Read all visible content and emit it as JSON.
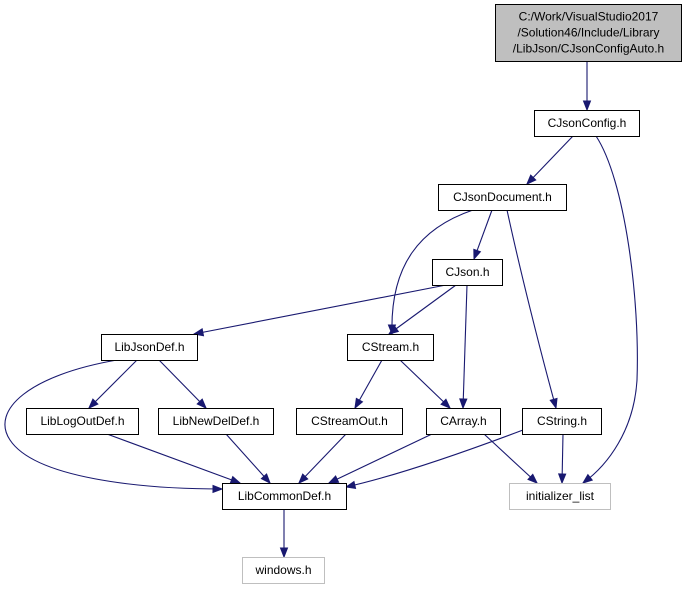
{
  "diagram": {
    "type": "include-dependency-graph",
    "edge_color": "#191970",
    "root_fill": "#bfbfbf",
    "external_stroke": "#bfbfbf",
    "nodes": [
      {
        "id": "cjsonconfigauto",
        "kind": "root",
        "lines": [
          "C:/Work/VisualStudio2017",
          "/Solution46/Include/Library",
          "/LibJson/CJsonConfigAuto.h"
        ]
      },
      {
        "id": "cjsonconfig",
        "kind": "header",
        "lines": [
          "CJsonConfig.h"
        ]
      },
      {
        "id": "cjsondocument",
        "kind": "header",
        "lines": [
          "CJsonDocument.h"
        ]
      },
      {
        "id": "cjson",
        "kind": "header",
        "lines": [
          "CJson.h"
        ]
      },
      {
        "id": "libjsondef",
        "kind": "header",
        "lines": [
          "LibJsonDef.h"
        ]
      },
      {
        "id": "cstream",
        "kind": "header",
        "lines": [
          "CStream.h"
        ]
      },
      {
        "id": "liblogoutdef",
        "kind": "header",
        "lines": [
          "LibLogOutDef.h"
        ]
      },
      {
        "id": "libnewdeldef",
        "kind": "header",
        "lines": [
          "LibNewDelDef.h"
        ]
      },
      {
        "id": "cstreamout",
        "kind": "header",
        "lines": [
          "CStreamOut.h"
        ]
      },
      {
        "id": "carray",
        "kind": "header",
        "lines": [
          "CArray.h"
        ]
      },
      {
        "id": "cstring",
        "kind": "header",
        "lines": [
          "CString.h"
        ]
      },
      {
        "id": "libcommondef",
        "kind": "header",
        "lines": [
          "LibCommonDef.h"
        ]
      },
      {
        "id": "initializer_list",
        "kind": "external",
        "lines": [
          "initializer_list"
        ]
      },
      {
        "id": "windows",
        "kind": "external",
        "lines": [
          "windows.h"
        ]
      }
    ],
    "edges": [
      {
        "from": "cjsonconfigauto",
        "to": "cjsonconfig"
      },
      {
        "from": "cjsonconfig",
        "to": "cjsondocument"
      },
      {
        "from": "cjsonconfig",
        "to": "initializer_list"
      },
      {
        "from": "cjsondocument",
        "to": "cjson"
      },
      {
        "from": "cjsondocument",
        "to": "cstream"
      },
      {
        "from": "cjsondocument",
        "to": "cstring"
      },
      {
        "from": "cjson",
        "to": "libjsondef"
      },
      {
        "from": "cjson",
        "to": "cstream"
      },
      {
        "from": "cjson",
        "to": "carray"
      },
      {
        "from": "libjsondef",
        "to": "liblogoutdef"
      },
      {
        "from": "libjsondef",
        "to": "libnewdeldef"
      },
      {
        "from": "libjsondef",
        "to": "libcommondef"
      },
      {
        "from": "cstream",
        "to": "cstreamout"
      },
      {
        "from": "cstream",
        "to": "carray"
      },
      {
        "from": "liblogoutdef",
        "to": "libcommondef"
      },
      {
        "from": "libnewdeldef",
        "to": "libcommondef"
      },
      {
        "from": "cstreamout",
        "to": "libcommondef"
      },
      {
        "from": "carray",
        "to": "libcommondef"
      },
      {
        "from": "carray",
        "to": "initializer_list"
      },
      {
        "from": "cstring",
        "to": "libcommondef"
      },
      {
        "from": "cstring",
        "to": "initializer_list"
      },
      {
        "from": "libcommondef",
        "to": "windows"
      }
    ]
  }
}
